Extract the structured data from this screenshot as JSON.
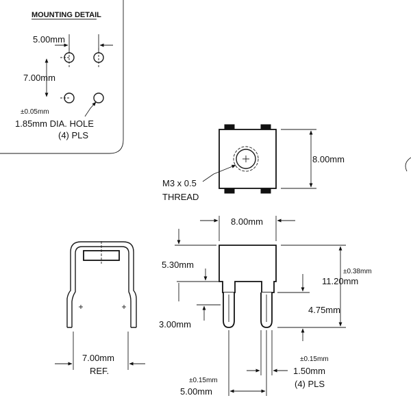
{
  "mounting_detail": {
    "title": "MOUNTING DETAIL",
    "spacing_x": "5.00mm",
    "spacing_y": "7.00mm",
    "hole_tolerance": "±0.05mm",
    "hole_callout": "1.85mm DIA. HOLE",
    "hole_count": "(4) PLS"
  },
  "top_view": {
    "height_dim": "8.00mm",
    "thread_line1": "M3 x 0.5",
    "thread_line2": "THREAD"
  },
  "front_view": {
    "width_dim": "8.00mm",
    "body_dim": "5.30mm",
    "slot_dim": "3.00mm",
    "pin_length_dim": "4.75mm",
    "total_height_dim": "11.20mm",
    "total_height_tol": "±0.38mm",
    "pin_width_tol": "±0.15mm",
    "pin_width_dim": "1.50mm",
    "pin_count": "(4) PLS",
    "pin_spacing_tol": "±0.15mm",
    "pin_spacing_dim": "5.00mm"
  },
  "side_view": {
    "width_dim": "7.00mm",
    "width_note": "REF."
  }
}
